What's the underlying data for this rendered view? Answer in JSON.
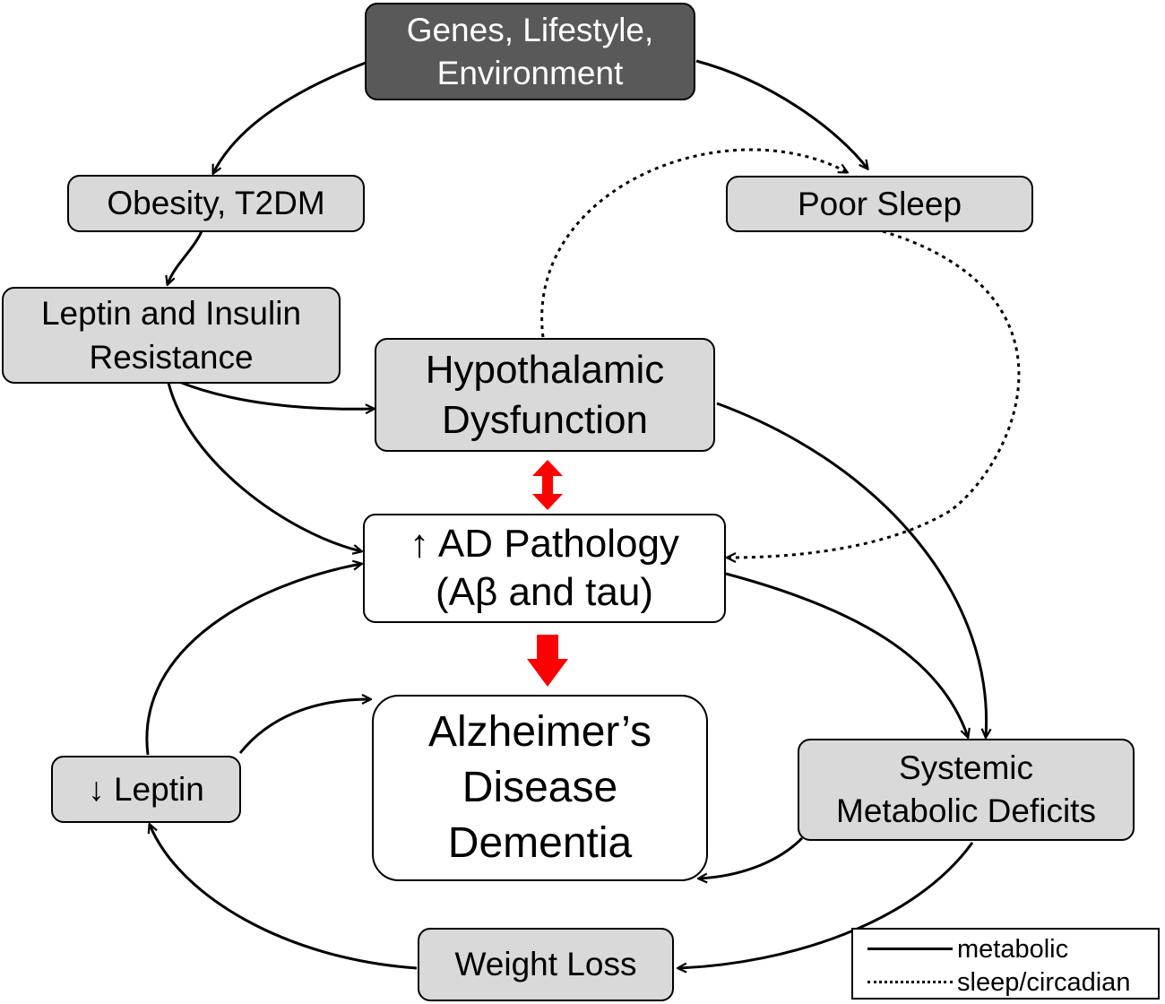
{
  "nodes": {
    "genes": {
      "lines": [
        "Genes, Lifestyle,",
        "Environment"
      ]
    },
    "obesity": {
      "lines": [
        "Obesity, T2DM"
      ]
    },
    "poor_sleep": {
      "lines": [
        "Poor Sleep"
      ]
    },
    "leptin_insulin": {
      "lines": [
        "Leptin and Insulin",
        "Resistance"
      ]
    },
    "hypothalamic": {
      "lines": [
        "Hypothalamic",
        "Dysfunction"
      ]
    },
    "ad_pathology": {
      "lines": [
        "↑ AD Pathology",
        "(Aβ and tau)"
      ]
    },
    "alzheimers": {
      "lines": [
        "Alzheimer’s",
        "Disease",
        "Dementia"
      ]
    },
    "leptin_down": {
      "lines": [
        "↓ Leptin"
      ]
    },
    "systemic": {
      "lines": [
        "Systemic",
        "Metabolic Deficits"
      ]
    },
    "weight_loss": {
      "lines": [
        "Weight Loss"
      ]
    }
  },
  "legend": {
    "metabolic": "metabolic",
    "sleep": "sleep/circadian"
  },
  "colors": {
    "box_fill": "#d9d9d9",
    "dark_box_fill": "#595959",
    "red_arrow": "#ff0000",
    "line": "#000000"
  }
}
